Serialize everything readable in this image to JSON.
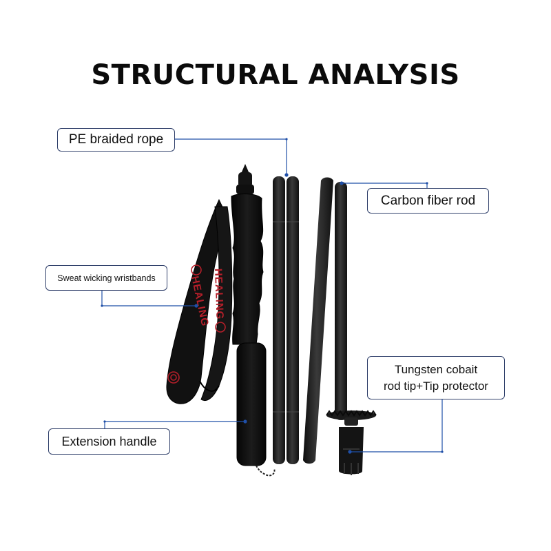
{
  "title": "STRUCTURAL ANALYSIS",
  "labels": {
    "rope": "PE braided rope",
    "carbon": "Carbon fiber rod",
    "wristband": "Sweat wicking wristbands",
    "tip_line1": "Tungsten cobait",
    "tip_line2": "rod tip+Tip protector",
    "handle": "Extension handle"
  },
  "strap_text": "HEALING",
  "colors": {
    "callout_border": "#2f3f6a",
    "leader_line": "#1f4fa8",
    "pole_black": "#1a1a1a",
    "strap_print": "#b51f2a"
  }
}
